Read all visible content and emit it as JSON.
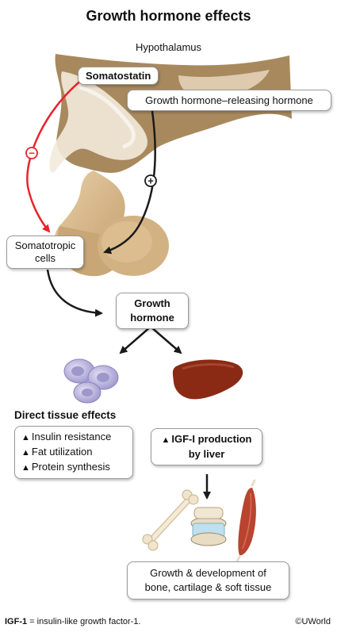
{
  "title": "Growth hormone effects",
  "hypothalamus_label": "Hypothalamus",
  "somatostatin_label": "Somatostatin",
  "ghrh_label": "Growth hormone–releasing hormone",
  "inhibit_symbol": "−",
  "stimulate_symbol": "+",
  "somatotropic_line1": "Somatotropic",
  "somatotropic_line2": "cells",
  "gh_line1": "Growth",
  "gh_line2": "hormone",
  "direct_title": "Direct tissue effects",
  "direct_effects": [
    "Insulin resistance",
    "Fat utilization",
    "Protein synthesis"
  ],
  "up_arrow": "▲",
  "igf_line1": "IGF-I production",
  "igf_line2": "by liver",
  "growth_line1": "Growth & development of",
  "growth_line2": "bone, cartilage & soft tissue",
  "footnote_term": "IGF-1",
  "footnote_text": " = insulin-like growth factor-1.",
  "copyright": "©UWorld",
  "colors": {
    "inhibit_red": "#e8232a",
    "arrow_black": "#1a1a1a",
    "brain_tan": "#a8895e",
    "pituitary_tan": "#d9b98e",
    "liver_red": "#8b2a14",
    "cell_lavender": "#b9b3dc",
    "muscle_red": "#b8442f"
  }
}
